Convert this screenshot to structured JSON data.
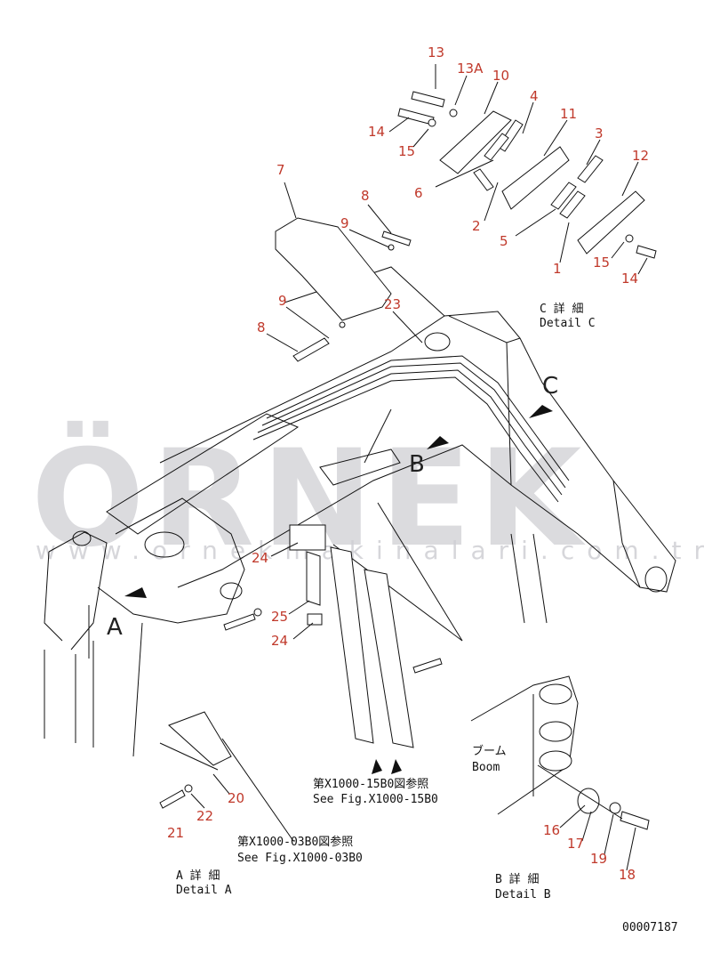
{
  "watermark": {
    "brand": "ÖRNEK",
    "url": "www.ornekmakinalari.com.tr"
  },
  "details": {
    "c": {
      "jp": "C 詳 細",
      "en": "Detail C",
      "marker": "C"
    },
    "b": {
      "jp": "B 詳 細",
      "en": "Detail B",
      "marker": "B"
    },
    "a": {
      "jp": "A 詳 細",
      "en": "Detail A",
      "marker": "A"
    }
  },
  "references": {
    "fig15": {
      "jp": "第X1000-15B0図参照",
      "en": "See Fig.X1000-15B0"
    },
    "fig03": {
      "jp": "第X1000-03B0図参照",
      "en": "See Fig.X1000-03B0"
    }
  },
  "boom_label": {
    "jp": "ブーム",
    "en": "Boom"
  },
  "part_labels": {
    "p13": "13",
    "p13a": "13A",
    "p10": "10",
    "p4": "4",
    "p11": "11",
    "p3": "3",
    "p12": "12",
    "p14a": "14",
    "p15a": "15",
    "p6": "6",
    "p2": "2",
    "p5": "5",
    "p1": "1",
    "p15b": "15",
    "p14b": "14",
    "p7": "7",
    "p8a": "8",
    "p9a": "9",
    "p9b": "9",
    "p8b": "8",
    "p23": "23",
    "p24a": "24",
    "p25": "25",
    "p24b": "24",
    "p20": "20",
    "p22": "22",
    "p21": "21",
    "p16": "16",
    "p17": "17",
    "p19": "19",
    "p18": "18"
  },
  "drawing_number": "00007187"
}
